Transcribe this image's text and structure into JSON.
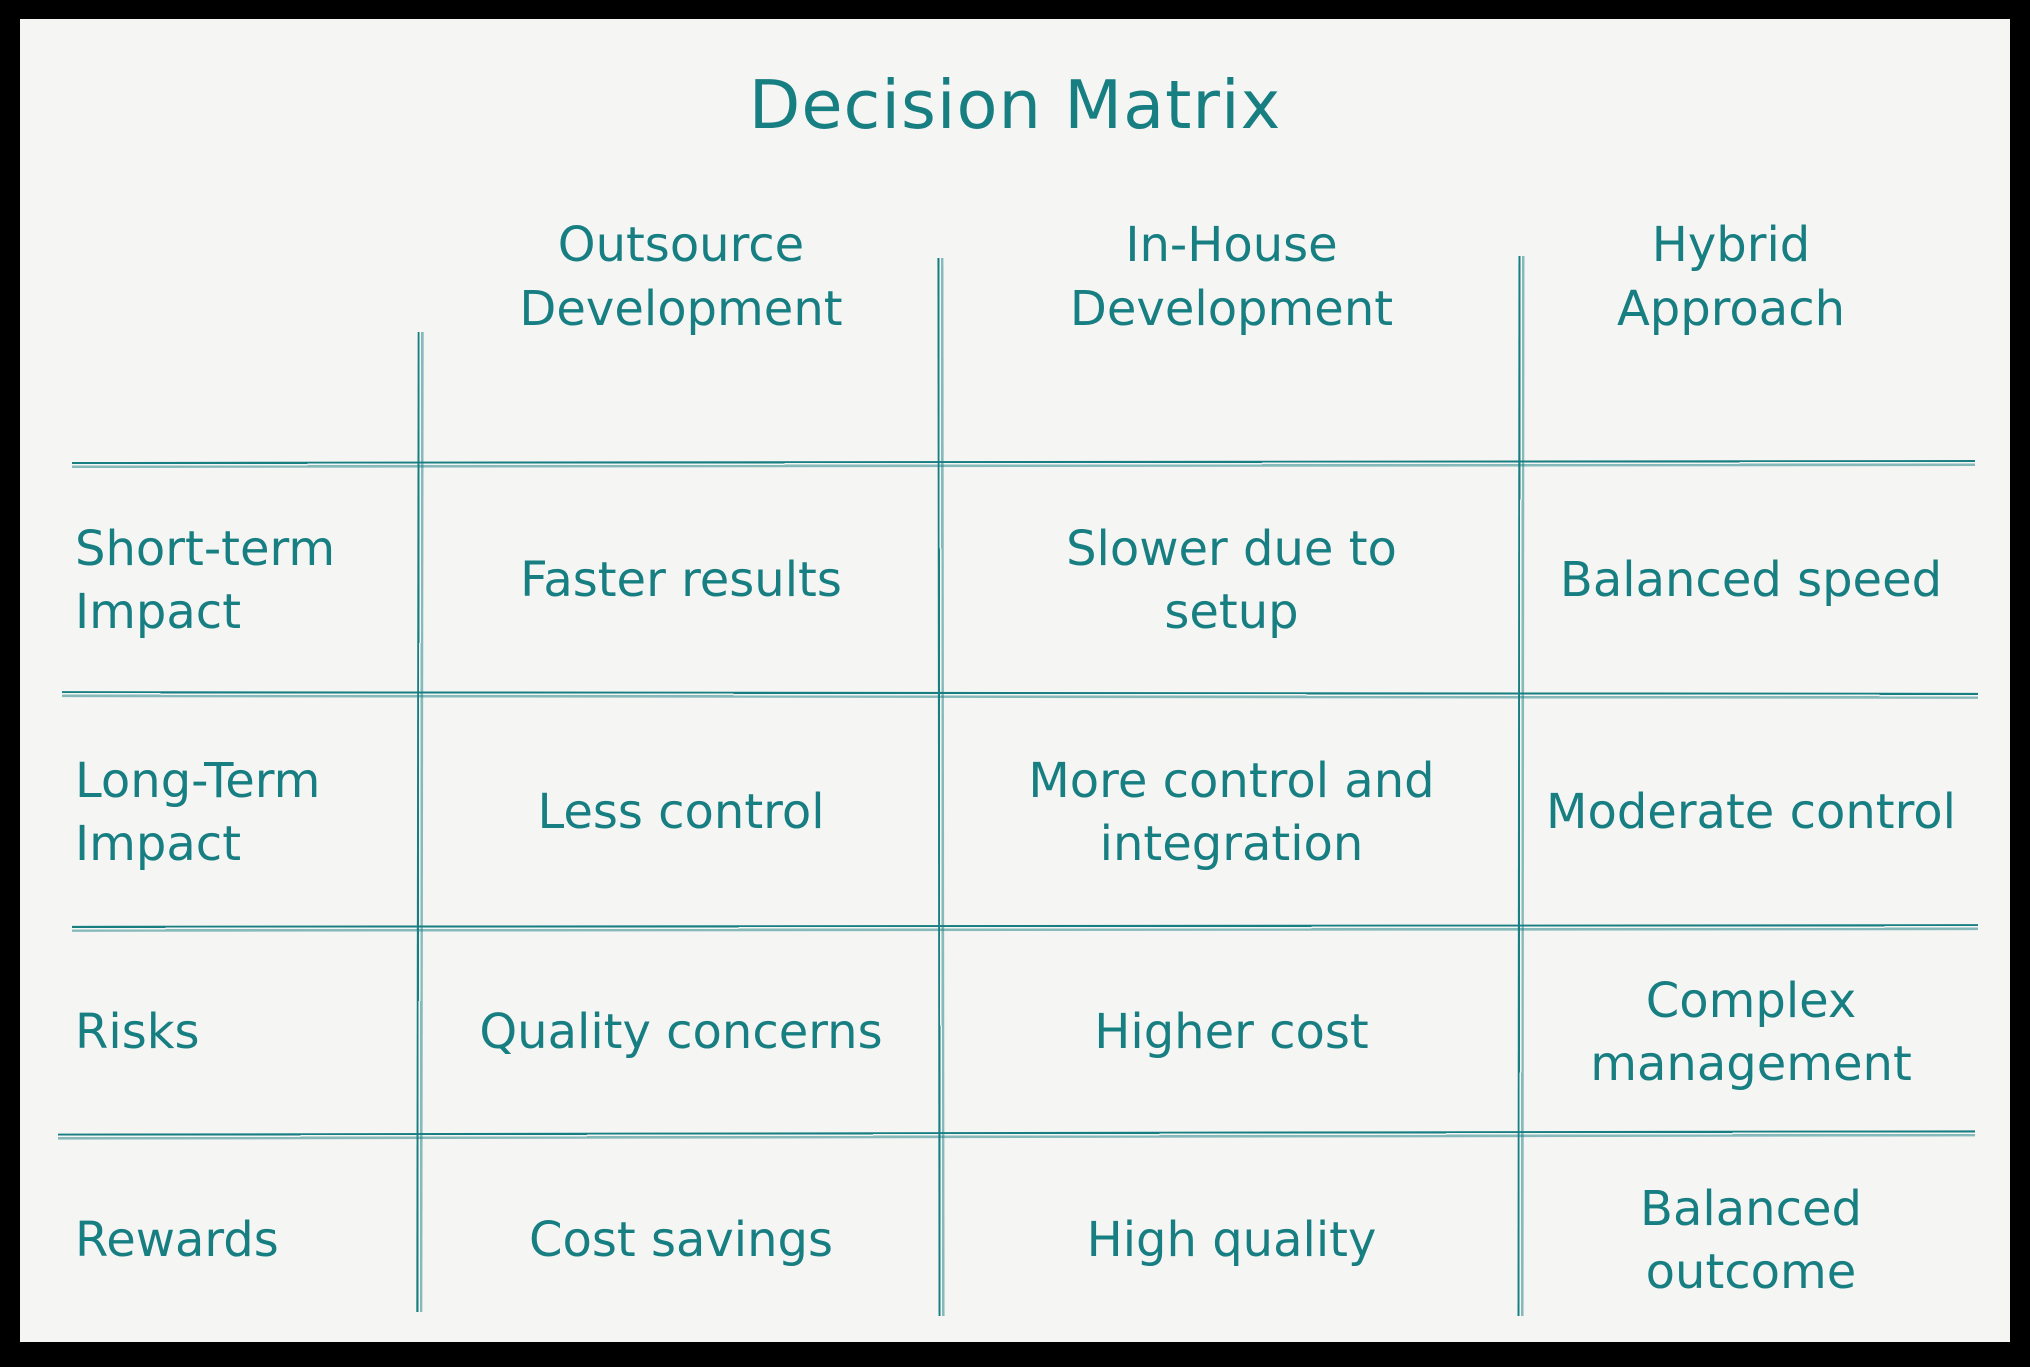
{
  "title": "Decision Matrix",
  "colors": {
    "ink": "#177E82",
    "background": "#F5F5F3",
    "frame": "#000000"
  },
  "table": {
    "columns": [
      "Outsource\nDevelopment",
      "In-House\nDevelopment",
      "Hybrid\nApproach"
    ],
    "rows": [
      {
        "label": "Short-term\nImpact",
        "cells": [
          "Faster results",
          "Slower due to\nsetup",
          "Balanced speed"
        ]
      },
      {
        "label": "Long-Term\nImpact",
        "cells": [
          "Less control",
          "More control and\nintegration",
          "Moderate control"
        ]
      },
      {
        "label": "Risks",
        "cells": [
          "Quality concerns",
          "Higher cost",
          "Complex\nmanagement"
        ]
      },
      {
        "label": "Rewards",
        "cells": [
          "Cost savings",
          "High quality",
          "Balanced\noutcome"
        ]
      }
    ]
  }
}
